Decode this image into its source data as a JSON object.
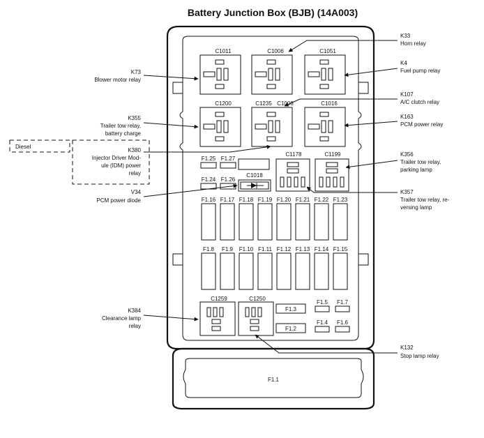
{
  "title": "Battery Junction Box (BJB) (14A003)",
  "connectors": {
    "c1011": "C1011",
    "c1006": "C1006",
    "c1051": "C1051",
    "c1200": "C1200",
    "c1235": "C1235",
    "c1008": "C1008",
    "c1016": "C1016",
    "c1178": "C1178",
    "c1199": "C1199",
    "c1018": "C1018",
    "c1259": "C1259",
    "c1250": "C1250"
  },
  "fuses": {
    "f1_25": "F1.25",
    "f1_27": "F1.27",
    "f1_24": "F1.24",
    "f1_26": "F1.26",
    "row1": [
      "F1.16",
      "F1.17",
      "F1.18",
      "F1.19",
      "F1.20",
      "F1.21",
      "F1.22",
      "F1.23"
    ],
    "row2": [
      "F1.8",
      "F1.9",
      "F1.10",
      "F1.11",
      "F1.12",
      "F1.13",
      "F1.14",
      "F1.15"
    ],
    "f1_3": "F1.3",
    "f1_2": "F1.2",
    "f1_5": "F1.5",
    "f1_7": "F1.7",
    "f1_4": "F1.4",
    "f1_6": "F1.6",
    "f1_1": "F1.1"
  },
  "callouts": {
    "k73": {
      "code": "K73",
      "lines": [
        "Blower motor relay"
      ]
    },
    "k355": {
      "code": "K355",
      "lines": [
        "Trailer tow relay,",
        "battery charge"
      ]
    },
    "k380": {
      "code": "K380",
      "lines": [
        "Injector Driver Mod-",
        "ule (IDM) power",
        "relay"
      ]
    },
    "v34": {
      "code": "V34",
      "lines": [
        "PCM power diode"
      ]
    },
    "k384": {
      "code": "K384",
      "lines": [
        "Clearance lamp",
        "relay"
      ]
    },
    "k33": {
      "code": "K33",
      "lines": [
        "Horn relay"
      ]
    },
    "k4": {
      "code": "K4",
      "lines": [
        "Fuel pump relay"
      ]
    },
    "k107": {
      "code": "K107",
      "lines": [
        "A/C clutch relay"
      ]
    },
    "k163": {
      "code": "K163",
      "lines": [
        "PCM power relay"
      ]
    },
    "k356": {
      "code": "K356",
      "lines": [
        "Trailer tow relay,",
        "parking lamp"
      ]
    },
    "k357": {
      "code": "K357",
      "lines": [
        "Trailer tow relay, re-",
        "versing lamp"
      ]
    },
    "k132": {
      "code": "K132",
      "lines": [
        "Stop lamp relay"
      ]
    }
  },
  "diesel_label": "Diesel"
}
